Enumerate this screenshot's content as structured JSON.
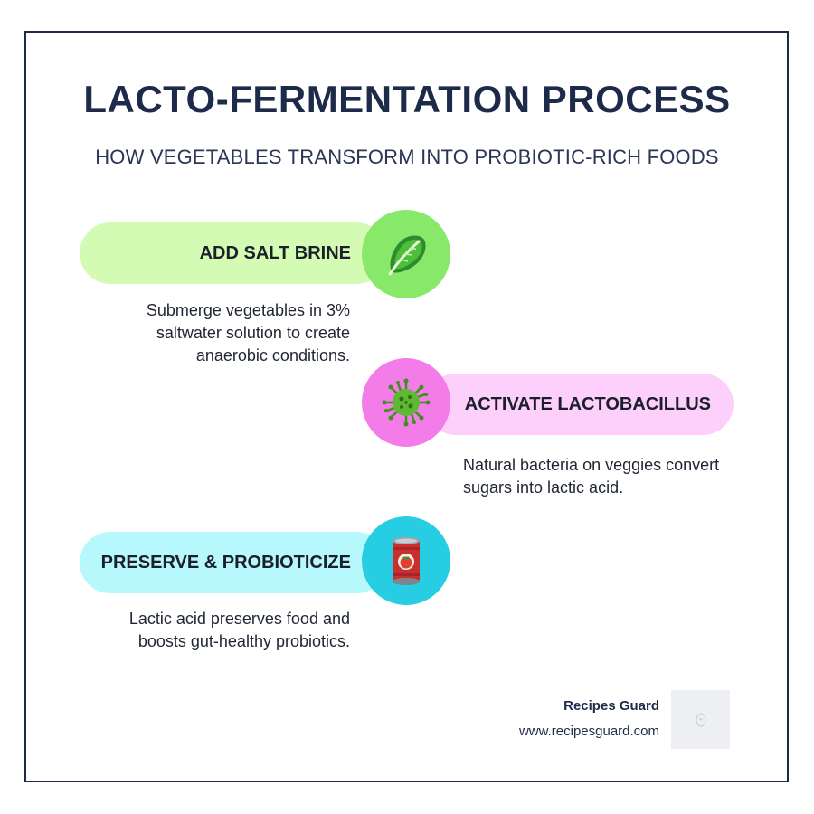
{
  "header": {
    "title": "LACTO-FERMENTATION PROCESS",
    "subtitle": "HOW VEGETABLES TRANSFORM INTO PROBIOTIC-RICH FOODS"
  },
  "steps": [
    {
      "label": "ADD SALT BRINE",
      "description": "Submerge vegetables in 3% saltwater solution to create anaerobic conditions.",
      "icon": "lettuce-icon",
      "pill_color": "#d4fbb4",
      "circle_color": "#88e86a"
    },
    {
      "label": "ACTIVATE LACTOBACILLUS",
      "description": "Natural bacteria on veggies convert sugars into lactic acid.",
      "icon": "microbe-icon",
      "pill_color": "#fcd0fa",
      "circle_color": "#f47ce9"
    },
    {
      "label": "PRESERVE & PROBIOTICIZE",
      "description": "Lactic acid preserves food and boosts gut-healthy probiotics.",
      "icon": "canned-food-icon",
      "pill_color": "#b7f8fc",
      "circle_color": "#26cde3"
    }
  ],
  "footer": {
    "brand_name": "Recipes Guard",
    "brand_url": "www.recipesguard.com",
    "logo_icon": "recipes-guard-logo-icon"
  }
}
